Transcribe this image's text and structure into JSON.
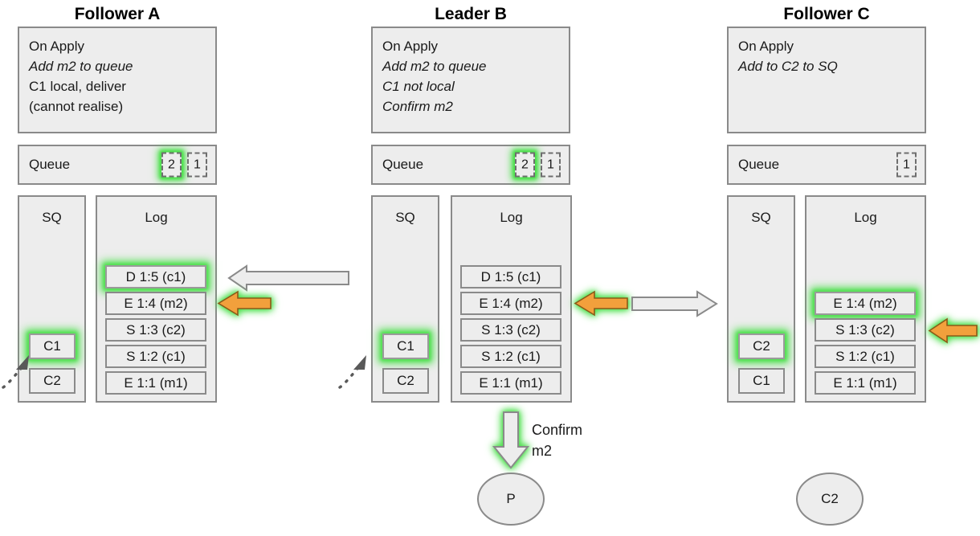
{
  "diagram": {
    "title_row": [
      {
        "name": "follower-a",
        "label": "Follower A"
      },
      {
        "name": "leader-b",
        "label": "Leader B"
      },
      {
        "name": "follower-c",
        "label": "Follower C"
      }
    ],
    "colors": {
      "panel_fill": "#ededed",
      "panel_stroke": "#8a8a8a",
      "highlight_green": "#4ee04e",
      "arrow_orange": "#f2a03c",
      "arrow_grey_fill": "#ededed",
      "text": "#1a1a1a"
    },
    "columns": [
      {
        "key": "follower_a",
        "title": "Follower A",
        "on_apply": {
          "heading": "On Apply",
          "lines": [
            {
              "text": "Add m2 to queue",
              "italic": true
            },
            {
              "text": "C1 local, deliver",
              "italic": false
            },
            {
              "text": "(cannot realise)",
              "italic": false
            }
          ]
        },
        "queue": {
          "label": "Queue",
          "slots": [
            {
              "value": "2",
              "highlighted": true
            },
            {
              "value": "1",
              "highlighted": false
            }
          ]
        },
        "sq": {
          "title": "SQ",
          "entries": [
            {
              "value": "C1",
              "highlighted": true
            },
            {
              "value": "C2",
              "highlighted": false
            }
          ]
        },
        "log": {
          "title": "Log",
          "entries": [
            {
              "value": "D 1:5 (c1)",
              "highlighted": true
            },
            {
              "value": "E 1:4 (m2)",
              "highlighted": false
            },
            {
              "value": "S 1:3 (c2)",
              "highlighted": false
            },
            {
              "value": "S 1:2 (c1)",
              "highlighted": false
            },
            {
              "value": "E 1:1 (m1)",
              "highlighted": false
            }
          ]
        }
      },
      {
        "key": "leader_b",
        "title": "Leader B",
        "on_apply": {
          "heading": "On Apply",
          "lines": [
            {
              "text": "Add m2 to queue",
              "italic": true
            },
            {
              "text": "C1 not local",
              "italic": true
            },
            {
              "text": "Confirm m2",
              "italic": true
            }
          ]
        },
        "queue": {
          "label": "Queue",
          "slots": [
            {
              "value": "2",
              "highlighted": true
            },
            {
              "value": "1",
              "highlighted": false
            }
          ]
        },
        "sq": {
          "title": "SQ",
          "entries": [
            {
              "value": "C1",
              "highlighted": true
            },
            {
              "value": "C2",
              "highlighted": false
            }
          ]
        },
        "log": {
          "title": "Log",
          "entries": [
            {
              "value": "D 1:5 (c1)",
              "highlighted": false
            },
            {
              "value": "E 1:4 (m2)",
              "highlighted": false
            },
            {
              "value": "S 1:3 (c2)",
              "highlighted": false
            },
            {
              "value": "S 1:2 (c1)",
              "highlighted": false
            },
            {
              "value": "E 1:1 (m1)",
              "highlighted": false
            }
          ]
        }
      },
      {
        "key": "follower_c",
        "title": "Follower C",
        "on_apply": {
          "heading": "On Apply",
          "lines": [
            {
              "text": "Add to C2 to SQ",
              "italic": true
            }
          ]
        },
        "queue": {
          "label": "Queue",
          "slots": [
            {
              "value": "1",
              "highlighted": false
            }
          ]
        },
        "sq": {
          "title": "SQ",
          "entries": [
            {
              "value": "C2",
              "highlighted": true
            },
            {
              "value": "C1",
              "highlighted": false
            }
          ]
        },
        "log": {
          "title": "Log",
          "entries": [
            {
              "value": "E 1:4 (m2)",
              "highlighted": true
            },
            {
              "value": "S 1:3 (c2)",
              "highlighted": false
            },
            {
              "value": "S 1:2 (c1)",
              "highlighted": false
            },
            {
              "value": "E 1:1 (m1)",
              "highlighted": false
            }
          ]
        }
      }
    ],
    "labels": {
      "confirm_m2": "Confirm\nm2"
    },
    "nodes": [
      {
        "key": "p",
        "label": "P"
      },
      {
        "key": "c2",
        "label": "C2"
      }
    ]
  }
}
